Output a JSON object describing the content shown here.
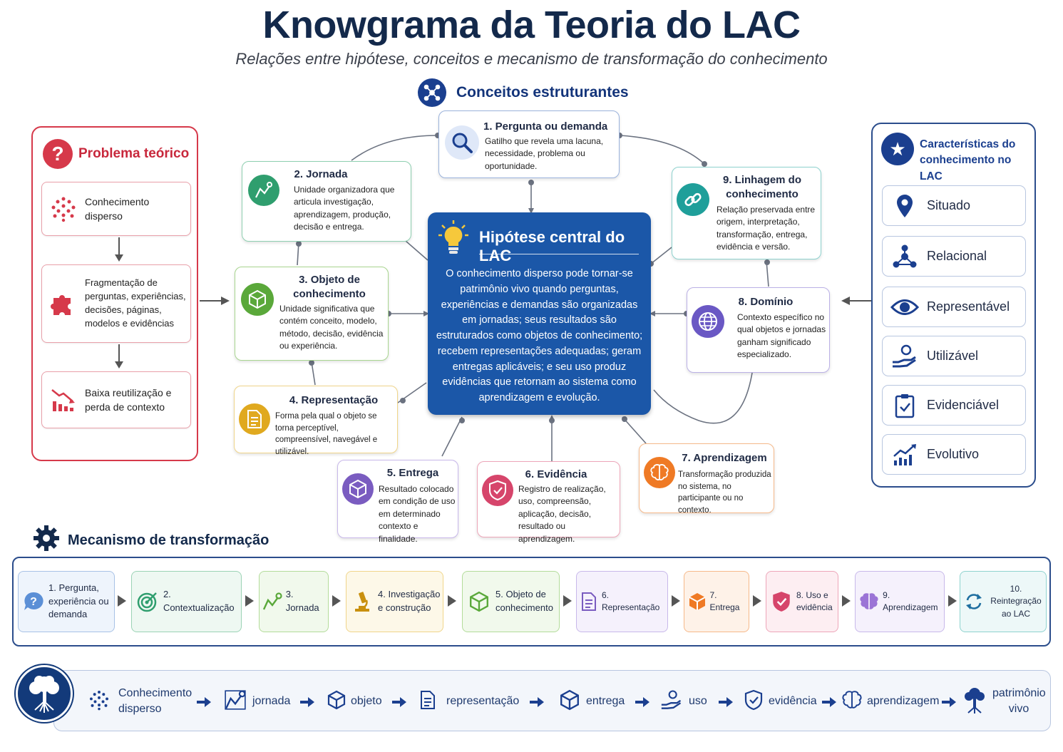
{
  "title": "Knowgrama da Teoria do LAC",
  "subtitle": "Relações entre hipótese, conceitos e mecanismo de transformação do conhecimento",
  "concepts_header": "Conceitos estruturantes",
  "problem": {
    "title": "Problema teórico",
    "items": [
      {
        "label": "Conhecimento disperso",
        "icon": "dots-cluster-icon"
      },
      {
        "label": "Fragmentação de perguntas, experiências, decisões, páginas, modelos e evidências",
        "icon": "puzzle-icon"
      },
      {
        "label": "Baixa reutilização e perda de contexto",
        "icon": "declining-chart-icon"
      }
    ]
  },
  "characteristics": {
    "title": "Características do conhecimento no LAC",
    "items": [
      {
        "label": "Situado",
        "icon": "location-pin-icon"
      },
      {
        "label": "Relacional",
        "icon": "network-icon"
      },
      {
        "label": "Representável",
        "icon": "eye-icon"
      },
      {
        "label": "Utilizável",
        "icon": "hand-icon"
      },
      {
        "label": "Evidenciável",
        "icon": "clipboard-check-icon"
      },
      {
        "label": "Evolutivo",
        "icon": "growth-chart-icon"
      }
    ]
  },
  "hypothesis": {
    "title": "Hipótese central do LAC",
    "text": "O conhecimento disperso pode tornar-se patrimônio vivo quando perguntas, experiências e demandas são organizadas em jornadas; seus resultados são estruturados como objetos de conhecimento; recebem representações adequadas; geram entregas aplicáveis; e seu uso produz evidências que retornam ao sistema como aprendizagem e evolução."
  },
  "concepts": [
    {
      "title": "1. Pergunta ou demanda",
      "desc": "Gatilho que revela uma lacuna, necessidade, problema ou oportunidade.",
      "color": "#3d6fc2",
      "icon": "magnifier-icon"
    },
    {
      "title": "2. Jornada",
      "desc": "Unidade organizadora que articula investigação, aprendizagem, produção, decisão e entrega.",
      "color": "#2f9e6e",
      "icon": "route-icon"
    },
    {
      "title": "3. Objeto de conhecimento",
      "desc": "Unidade significativa que contém conceito, modelo, método, decisão, evidência ou experiência.",
      "color": "#5aa83a",
      "icon": "cube-icon"
    },
    {
      "title": "4. Representação",
      "desc": "Forma pela qual o objeto se torna perceptível, compreensível, navegável e utilizável.",
      "color": "#e0a91f",
      "icon": "document-icon"
    },
    {
      "title": "5. Entrega",
      "desc": "Resultado colocado em condição de uso em determinado contexto e finalidade.",
      "color": "#7a5cc0",
      "icon": "package-icon"
    },
    {
      "title": "6. Evidência",
      "desc": "Registro de realização, uso, compreensão, aplicação, decisão, resultado ou aprendizagem.",
      "color": "#d6456b",
      "icon": "shield-check-icon"
    },
    {
      "title": "7. Aprendizagem",
      "desc": "Transformação produzida no sistema, no participante ou no contexto.",
      "color": "#ef7a25",
      "icon": "brain-icon"
    },
    {
      "title": "8. Domínio",
      "desc": "Contexto específico no qual objetos e jornadas ganham significado especializado.",
      "color": "#6a58c4",
      "icon": "globe-icon"
    },
    {
      "title": "9. Linhagem do conhecimento",
      "desc": "Relação preservada entre origem, interpretação, transformação, entrega, evidência e versão.",
      "color": "#1f9f9a",
      "icon": "link-icon"
    }
  ],
  "mechanism": {
    "title": "Mecanismo de transformação",
    "steps": [
      {
        "label": "1. Pergunta, experiência ou demanda",
        "icon": "question-bubble-icon"
      },
      {
        "label": "2. Contextualização",
        "icon": "target-icon"
      },
      {
        "label": "3. Jornada",
        "icon": "route-icon"
      },
      {
        "label": "4. Investigação e construção",
        "icon": "microscope-icon"
      },
      {
        "label": "5. Objeto de conhecimento",
        "icon": "cube-icon"
      },
      {
        "label": "6. Representação",
        "icon": "document-icon"
      },
      {
        "label": "7. Entrega",
        "icon": "package-icon"
      },
      {
        "label": "8. Uso e evidência",
        "icon": "shield-check-icon"
      },
      {
        "label": "9. Aprendizagem",
        "icon": "brain-icon"
      },
      {
        "label": "10. Reintegração ao LAC",
        "icon": "cycle-icon"
      }
    ]
  },
  "flow": [
    {
      "label": "Conhecimento disperso",
      "icon": "dots-cluster-icon"
    },
    {
      "label": "jornada",
      "icon": "route-icon"
    },
    {
      "label": "objeto",
      "icon": "cube-icon"
    },
    {
      "label": "representação",
      "icon": "document-icon"
    },
    {
      "label": "entrega",
      "icon": "package-icon"
    },
    {
      "label": "uso",
      "icon": "hand-icon"
    },
    {
      "label": "evidência",
      "icon": "shield-check-icon"
    },
    {
      "label": "aprendizagem",
      "icon": "brain-icon"
    },
    {
      "label": "patrimônio vivo",
      "icon": "tree-icon"
    }
  ]
}
